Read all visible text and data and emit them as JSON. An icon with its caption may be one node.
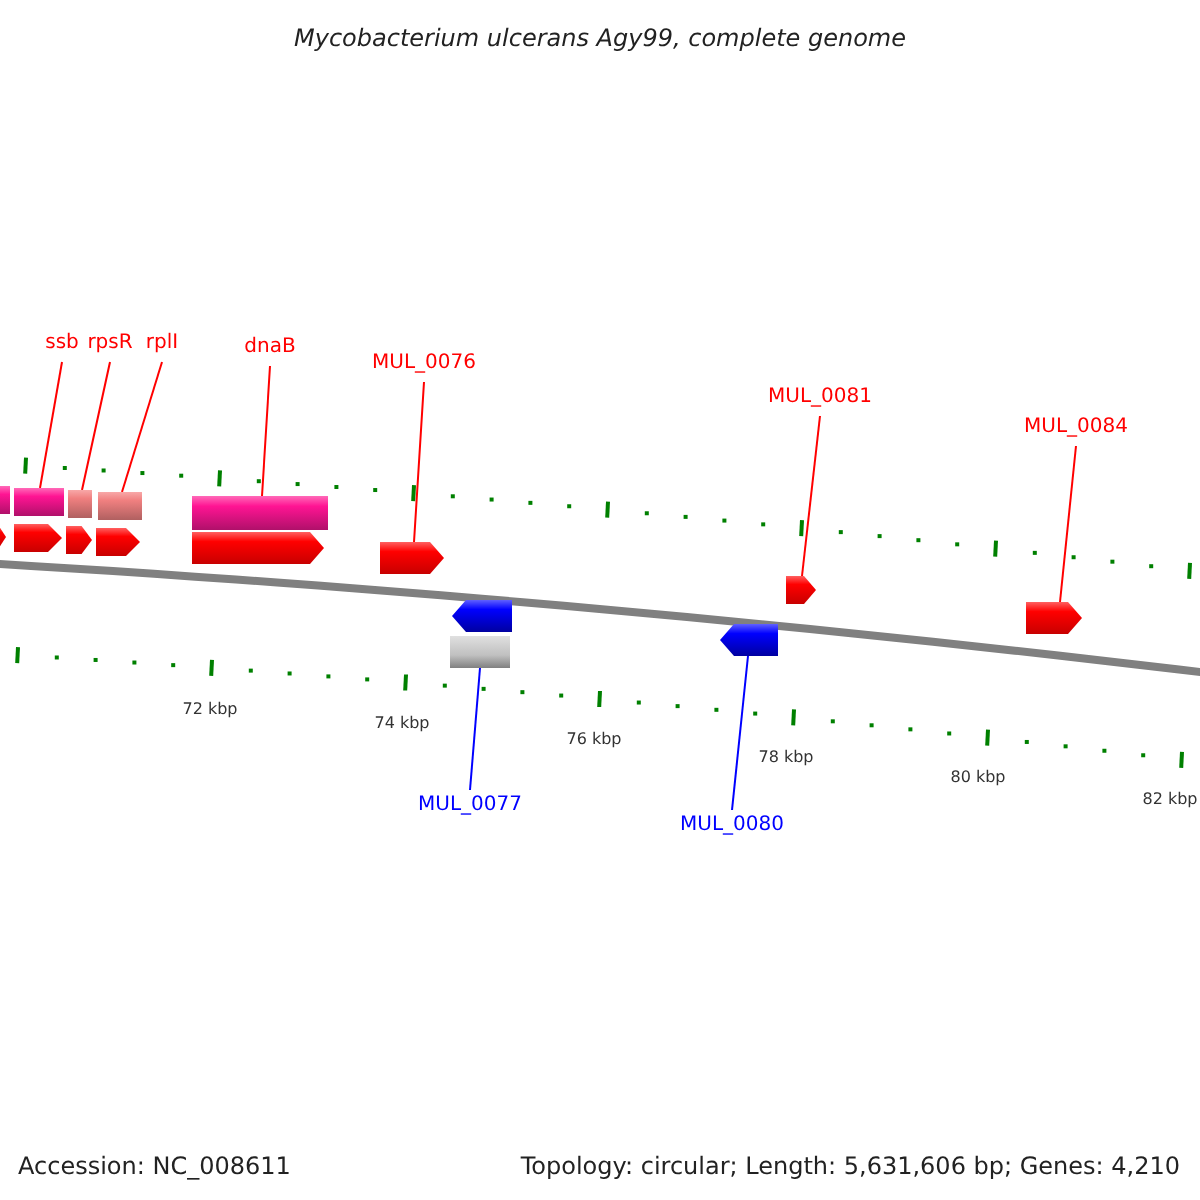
{
  "diagram": {
    "title": "Mycobacterium ulcerans Agy99, complete genome",
    "nodes": [
      {
        "text": [
          "ssb"
        ]
      },
      {
        "text": [
          "rpsR"
        ]
      },
      {
        "text": [
          "rplI"
        ]
      },
      {
        "text": [
          "dnaB"
        ]
      },
      {
        "text": [
          "MUL_0076"
        ]
      },
      {
        "text": [
          "MUL_0081"
        ]
      },
      {
        "text": [
          "MUL_0084"
        ]
      },
      {
        "text": [
          "MUL_0077"
        ]
      },
      {
        "text": [
          "MUL_0080"
        ]
      },
      {
        "text": [],
        "shape": "box"
      },
      {
        "text": [],
        "shape": "arrow"
      },
      {
        "text": [],
        "shape": "box"
      },
      {
        "text": [],
        "shape": "arrow"
      },
      {
        "text": [],
        "shape": "box"
      },
      {
        "text": [],
        "shape": "arrow"
      },
      {
        "text": [],
        "shape": "box"
      },
      {
        "text": [],
        "shape": "arrow"
      },
      {
        "text": [],
        "shape": "box"
      },
      {
        "text": [],
        "shape": "arrow"
      },
      {
        "text": [],
        "shape": "arrow"
      },
      {
        "text": [],
        "shape": "box"
      },
      {
        "text": [],
        "shape": "arrow"
      },
      {
        "text": [],
        "shape": "arrow"
      },
      {
        "text": [],
        "shape": "arrow"
      },
      {
        "text": [],
        "shape": "arrow"
      }
    ],
    "edges": [
      {
        "from": 0,
        "to": 11,
        "arrow": "none"
      },
      {
        "from": 1,
        "to": 13,
        "arrow": "none"
      },
      {
        "from": 2,
        "to": 15,
        "arrow": "none"
      },
      {
        "from": 3,
        "to": 17,
        "arrow": "none"
      },
      {
        "from": 4,
        "to": 19,
        "arrow": "none"
      },
      {
        "from": 5,
        "to": 23,
        "arrow": "none"
      },
      {
        "from": 6,
        "to": 24,
        "arrow": "none"
      },
      {
        "from": 7,
        "to": 20,
        "arrow": "none",
        "color": "#0000ff"
      },
      {
        "from": 8,
        "to": 22,
        "arrow": "none",
        "color": "#0000ff"
      }
    ],
    "labels": [
      "72 kbp",
      "74 kbp",
      "76 kbp",
      "78 kbp",
      "80 kbp",
      "82 kbp",
      "Accession: NC_008611",
      "Topology: circular; Length: 5,631,606 bp; Genes: 4,210"
    ]
  }
}
